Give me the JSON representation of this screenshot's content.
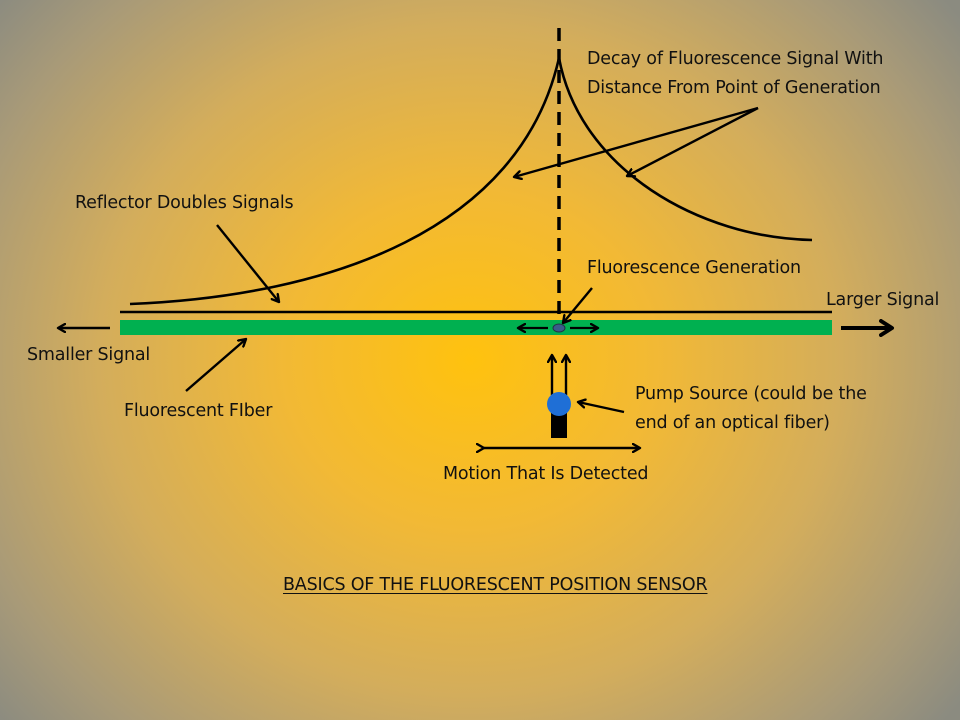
{
  "diagram": {
    "title": "BASICS OF THE FLUORESCENT POSITION SENSOR",
    "labels": {
      "decay_line1": "Decay of Fluorescence Signal With",
      "decay_line2": "Distance From Point of Generation",
      "reflector": "Reflector Doubles Signals",
      "fluorescence_generation": "Fluorescence Generation",
      "larger_signal": "Larger Signal",
      "smaller_signal": "Smaller Signal",
      "fluorescent_fiber": "Fluorescent FIber",
      "pump_line1": "Pump Source (could be the",
      "pump_line2": "end of an optical fiber)",
      "motion": "Motion That Is Detected"
    },
    "colors": {
      "fiber": "#00b050",
      "pump_source": "#1f6fd6",
      "generation_spot": "#3a5c8a",
      "ink": "#000000"
    }
  }
}
